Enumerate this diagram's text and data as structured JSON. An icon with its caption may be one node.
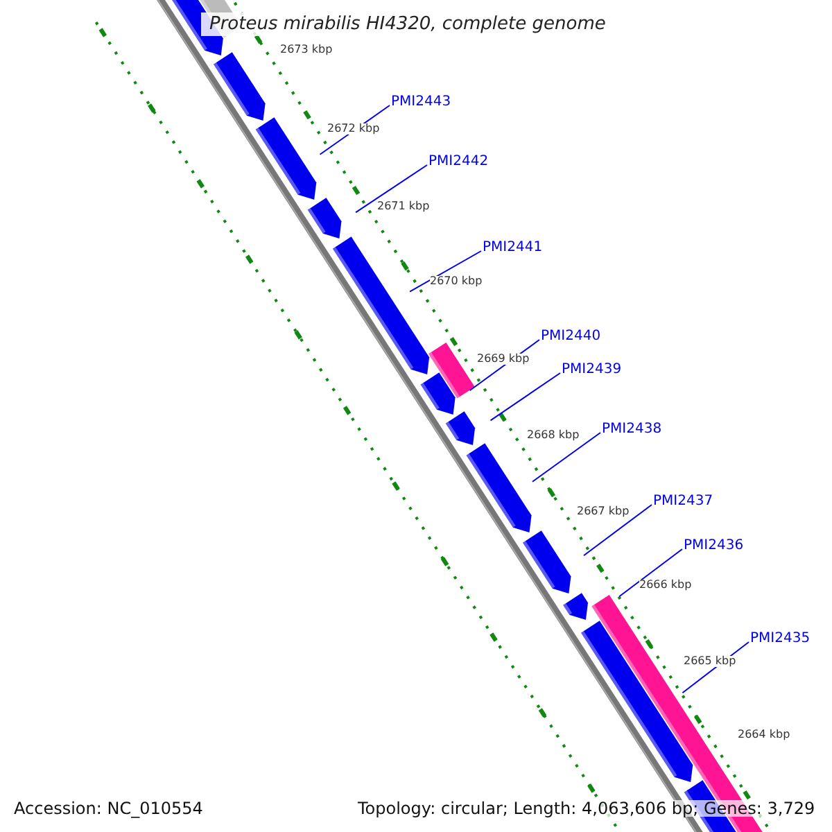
{
  "diagram": {
    "title": "Proteus mirabilis HI4320, complete genome",
    "nodes": [
      {
        "text": [
          "PMI2443"
        ]
      },
      {
        "text": [
          "PMI2442"
        ]
      },
      {
        "text": [
          "PMI2441"
        ]
      },
      {
        "text": [
          "PMI2440"
        ]
      },
      {
        "text": [
          "PMI2439"
        ]
      },
      {
        "text": [
          "PMI2438"
        ]
      },
      {
        "text": [
          "PMI2437"
        ]
      },
      {
        "text": [
          "PMI2436"
        ]
      },
      {
        "text": [
          "PMI2435"
        ]
      }
    ],
    "edges": [
      {
        "from": 0,
        "to": null,
        "arrow": "none"
      },
      {
        "from": 1,
        "to": null,
        "arrow": "none"
      },
      {
        "from": 2,
        "to": null,
        "arrow": "none"
      },
      {
        "from": 3,
        "to": null,
        "arrow": "none"
      },
      {
        "from": 4,
        "to": null,
        "arrow": "none"
      },
      {
        "from": 5,
        "to": null,
        "arrow": "none"
      },
      {
        "from": 6,
        "to": null,
        "arrow": "none"
      },
      {
        "from": 7,
        "to": null,
        "arrow": "none"
      },
      {
        "from": 8,
        "to": null,
        "arrow": "none"
      }
    ],
    "labels": [
      "2673 kbp",
      "2672 kbp",
      "2671 kbp",
      "2670 kbp",
      "2669 kbp",
      "2668 kbp",
      "2667 kbp",
      "2666 kbp",
      "2665 kbp",
      "2664 kbp",
      "Accession: NC_010554",
      "Topology: circular; Length: 4,063,606 bp; Genes: 3,729"
    ]
  }
}
